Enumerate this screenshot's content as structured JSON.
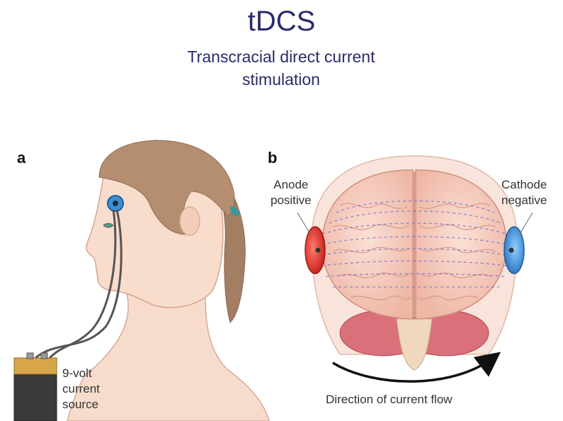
{
  "title": "tDCS",
  "subtitle": [
    "Transcracial direct current",
    "stimulation"
  ],
  "panel_a": {
    "letter": "a",
    "battery_label": [
      "9-volt",
      "current",
      "source"
    ]
  },
  "panel_b": {
    "letter": "b",
    "anode_label": [
      "Anode",
      "positive"
    ],
    "cathode_label": [
      "Cathode",
      "negative"
    ],
    "flow_label": "Direction of current flow"
  },
  "colors": {
    "title": "#2a2b6a",
    "anode": "#e0332b",
    "cathode": "#3a8fd6",
    "skin": "#f6d9c8",
    "hair": "#b08a6e",
    "brain": "#f2c3b6",
    "battery_top": "#d8a64a",
    "battery_body": "#3a3a3a"
  }
}
